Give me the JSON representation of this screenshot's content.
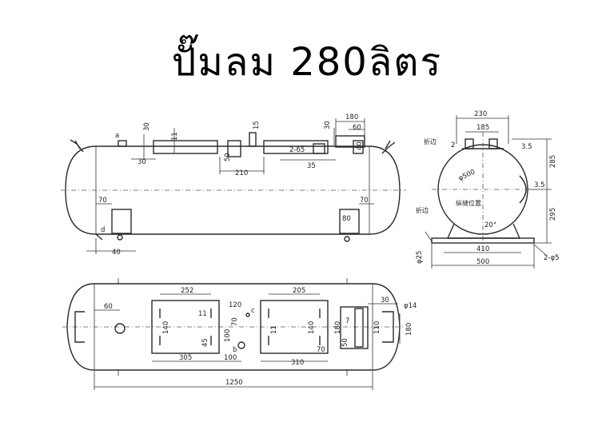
{
  "title": "ปั๊มลม 280ลิตร",
  "side_view": {
    "top": {
      "d30_left": "30",
      "d11": "11",
      "d30_under": "30",
      "d15": "15",
      "d50": "50",
      "d210": "210",
      "d30_right": "30",
      "d180": "180",
      "d60": "60",
      "d2_65": "2-65",
      "d35": "35",
      "d40_box": "40",
      "label_a": "a"
    },
    "bottom": {
      "d70_left": "70",
      "d70_right": "70",
      "d80": "80",
      "d40": "40",
      "label_d": "d"
    }
  },
  "end_view": {
    "d230": "230",
    "d185": "185",
    "d2": "2",
    "d3_5_top": "3.5",
    "d285": "285",
    "d500_diam": "φ500",
    "d3_5_mid": "3.5",
    "d295": "295",
    "d20": "20°",
    "d410": "410",
    "d500": "500",
    "d2_25": "φ25",
    "d2_phi5": "2-φ5",
    "han_left_top": "折边",
    "han_left_mid": "折边",
    "han_center": "纵缝位置"
  },
  "plan_view": {
    "d60": "60",
    "d252": "252",
    "d11_a": "11",
    "d120": "120",
    "label_c": "c",
    "d205": "205",
    "d30": "30",
    "d14": "φ14",
    "d140_a": "140",
    "d70": "70",
    "d100": "100",
    "d45": "45",
    "label_b": "b",
    "d11_b": "11",
    "d140_b": "140",
    "d180_a": "180",
    "d7": "7",
    "d110": "110",
    "d180_b": "180",
    "d50": "50",
    "d70_b": "70",
    "d305": "305",
    "d100_b": "100",
    "d310": "310",
    "d1250": "1250"
  }
}
